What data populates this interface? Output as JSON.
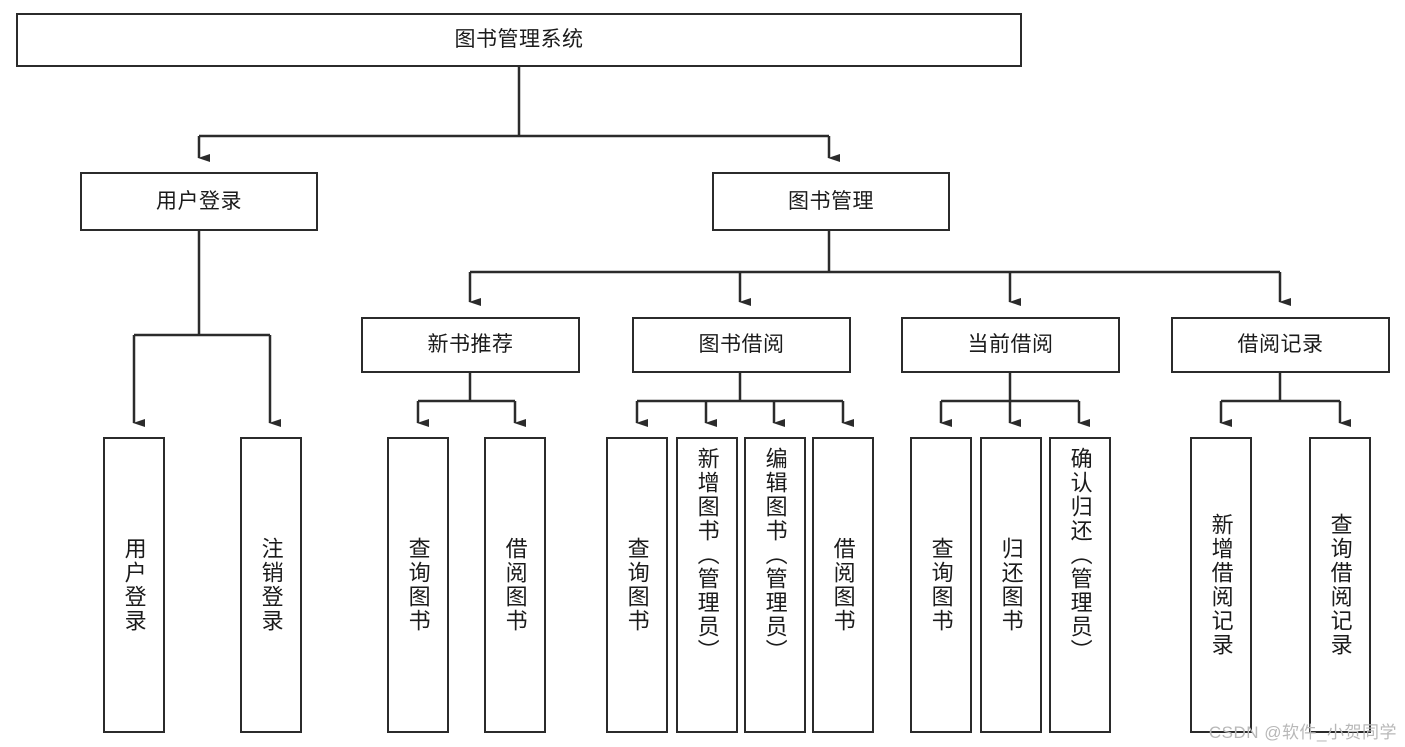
{
  "diagram": {
    "title": "图书管理系统",
    "type": "功能结构图",
    "colors": {
      "stroke": "#2b2b2b",
      "fill": "#ffffff",
      "text": "#1b1b1b",
      "watermark": "#b8b8b8"
    },
    "watermark": "CSDN @软件_小贺同学",
    "root": {
      "label": "图书管理系统"
    },
    "level1": [
      {
        "label": "用户登录"
      },
      {
        "label": "图书管理"
      }
    ],
    "level2": [
      {
        "label": "新书推荐"
      },
      {
        "label": "图书借阅"
      },
      {
        "label": "当前借阅"
      },
      {
        "label": "借阅记录"
      }
    ],
    "leaves": {
      "user_login": [
        {
          "label": "用户登录"
        },
        {
          "label": "注销登录"
        }
      ],
      "new_book": [
        {
          "label": "查询图书"
        },
        {
          "label": "借阅图书"
        }
      ],
      "borrow_book": [
        {
          "label": "查询图书"
        },
        {
          "label": "新增图书（管理员）"
        },
        {
          "label": "编辑图书（管理员）"
        },
        {
          "label": "借阅图书"
        }
      ],
      "current_borrow": [
        {
          "label": "查询图书"
        },
        {
          "label": "归还图书"
        },
        {
          "label": "确认归还（管理员）"
        }
      ],
      "borrow_record": [
        {
          "label": "新增借阅记录"
        },
        {
          "label": "查询借阅记录"
        }
      ]
    }
  }
}
